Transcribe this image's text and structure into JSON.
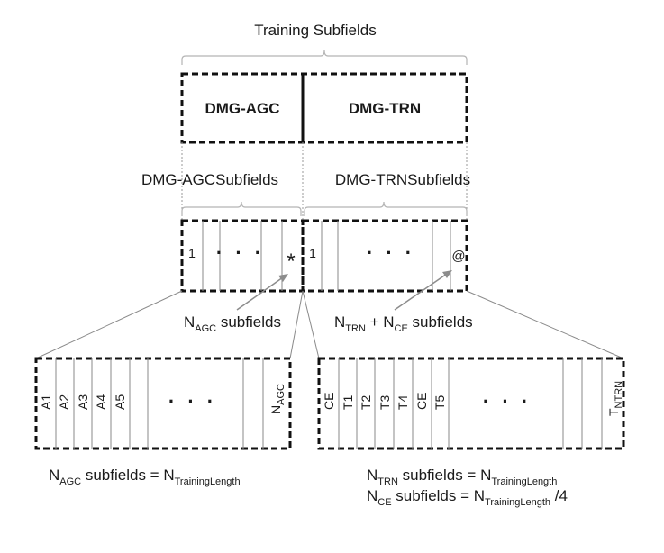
{
  "title": "Training Subfields",
  "top": {
    "agc": "DMG-AGC",
    "trn": "DMG-TRN"
  },
  "middle": {
    "agc_label": "DMG-AGCSubfields",
    "trn_label": "DMG-TRNSubfields",
    "agc_first": "1",
    "agc_dots": "· · ·",
    "agc_last": "*",
    "trn_first": "1",
    "trn_dots": "· · ·",
    "trn_last": "@"
  },
  "callouts": {
    "agc": {
      "n": "N",
      "n_sub": "AGC",
      "rest": " subfields"
    },
    "trn": {
      "n1": "N",
      "n1_sub": "TRN",
      "plus": " + N",
      "n2_sub": "CE",
      "rest": " subfields"
    }
  },
  "bottom_left": {
    "cells": [
      "A1",
      "A2",
      "A3",
      "A4",
      "A5"
    ],
    "dots": "· · ·",
    "last_n": "N",
    "last_sub": "AGC"
  },
  "bottom_right": {
    "cells": [
      "CE",
      "T1",
      "T2",
      "T3",
      "T4",
      "CE",
      "T5"
    ],
    "dots": "· · ·",
    "last_t": "T",
    "last_sub": "NTRN"
  },
  "equations": {
    "agc": {
      "a": "N",
      "a_sub": "AGC",
      "mid": " subfields = N",
      "b_sub": "TrainingLength"
    },
    "trn": {
      "a": "N",
      "a_sub": "TRN",
      "mid": " subfields = N",
      "b_sub": "TrainingLength"
    },
    "ce": {
      "a": "N",
      "a_sub": "CE",
      "mid": " subfields  = N",
      "b_sub": "TrainingLength",
      "tail": " /4"
    }
  }
}
